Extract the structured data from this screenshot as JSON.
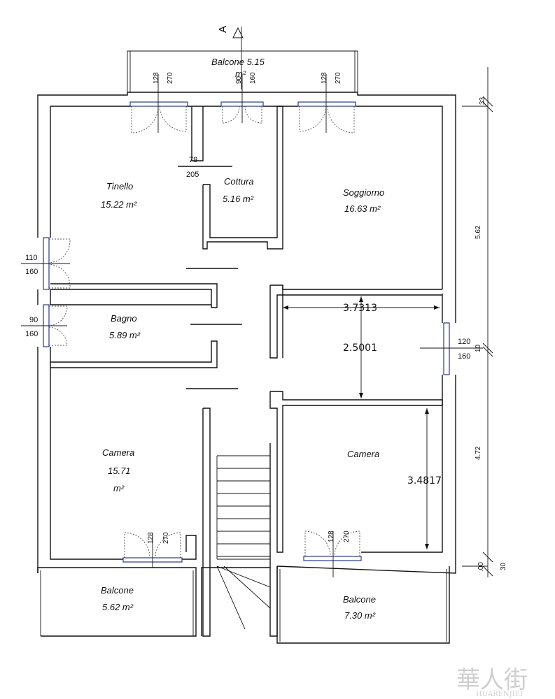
{
  "section_marker": "A",
  "rooms": {
    "balcone_top_name": "Balcone 5.15",
    "balcone_top_area": "m²",
    "tinello_name": "Tinello",
    "tinello_area": "15.22 m²",
    "cottura_name": "Cottura",
    "cottura_area": "5.16 m²",
    "soggiorno_name": "Soggiorno",
    "soggiorno_area": "16.63 m²",
    "bagno_name": "Bagno",
    "bagno_area": "5.89 m²",
    "camera_left_name": "Camera",
    "camera_left_area_1": "15.71",
    "camera_left_area_2": "m²",
    "camera_right_name": "Camera",
    "balcone_bl_name": "Balcone",
    "balcone_bl_area": "5.62 m²",
    "balcone_br_name": "Balcone",
    "balcone_br_area": "7.30 m²"
  },
  "openings": {
    "w1_top": "128",
    "w1_bottom": "270",
    "w2_top": "90",
    "w2_bottom": "160",
    "w3_top": "128",
    "w3_bottom": "270",
    "kitchen_door_top": "78",
    "kitchen_door_bottom": "205",
    "left_window1_top": "110",
    "left_window1_bottom": "160",
    "left_window2_top": "90",
    "left_window2_bottom": "160",
    "right_window_top": "120",
    "right_window_bottom": "160",
    "camera_left_top": "128",
    "camera_left_bottom": "270",
    "camera_right_top": "128",
    "camera_right_bottom": "270"
  },
  "measurements": {
    "width_mid": "3.7313",
    "height_mid": "2.5001",
    "height_right": "3.4817"
  },
  "vertical_dims": {
    "d1": "33",
    "d2": "5.62",
    "d3": "10",
    "d4": "4.72",
    "d5": ".00",
    "d6": "30"
  },
  "watermark": {
    "chars": "華人街",
    "latin": "HUARENJIEI"
  }
}
